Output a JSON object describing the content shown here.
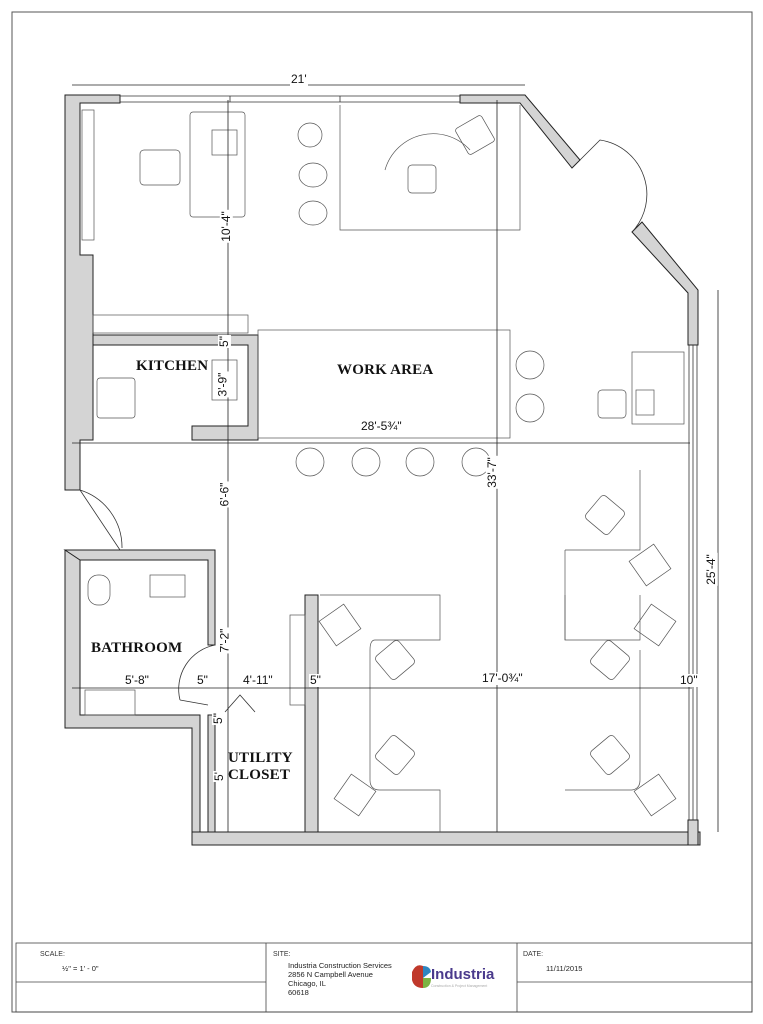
{
  "rooms": {
    "kitchen": "KITCHEN",
    "work_area": "WORK AREA",
    "bathroom": "BATHROOM",
    "utility_1": "UTILITY",
    "utility_2": "CLOSET"
  },
  "dimensions": {
    "top_width": "21'",
    "upper_height": "10'-4\"",
    "kitchen_wall": "5\"",
    "kitchen_height": "3'-9\"",
    "overall_width": "28'-5¾\"",
    "overall_depth": "33'-7\"",
    "right_height": "25'-4\"",
    "mid_height": "6'-6\"",
    "bath_height": "7'-2\"",
    "bath_width": "5'-8\"",
    "wall_a": "5\"",
    "closet_width": "4'-11\"",
    "wall_b": "5\"",
    "office_width": "17'-0¾\"",
    "window_depth": "10\"",
    "closet_wall": "5\"",
    "closet_height": "5'"
  },
  "title_block": {
    "scale_label": "SCALE:",
    "scale_value": "½\" = 1' - 0\"",
    "site_label": "SITE:",
    "site_lines": [
      "Industria Construction Services",
      "2856 N Campbell Avenue",
      "Chicago, IL",
      "60618"
    ],
    "logo_text": "Industria",
    "logo_sub": "Construction & Project Management",
    "date_label": "DATE:",
    "date_value": "11/11/2015"
  },
  "colors": {
    "wall": "#d4d4d4",
    "line": "#222222",
    "logo": "#4a3a8c"
  }
}
